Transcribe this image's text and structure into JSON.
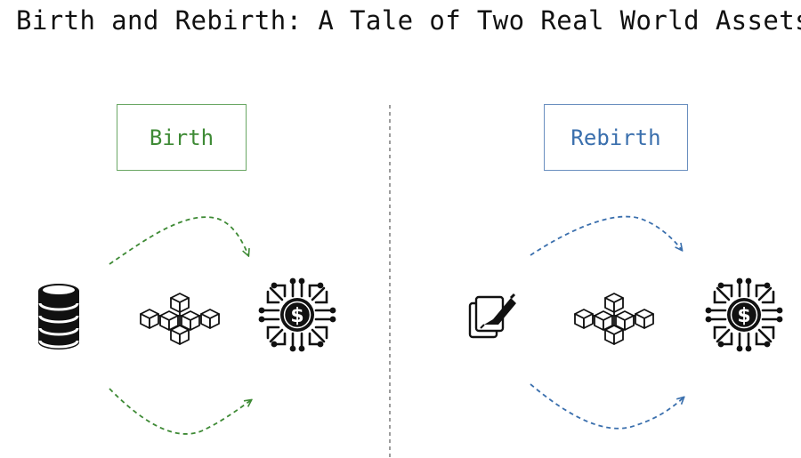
{
  "title": "Birth and Rebirth: A Tale of Two Real World Assets",
  "sections": {
    "birth": {
      "label": "Birth",
      "color": "#3e8a35"
    },
    "rebirth": {
      "label": "Rebirth",
      "color": "#3a6fad"
    }
  },
  "icons": {
    "birth": [
      "database-icon",
      "blockchain-icon",
      "tokenized-asset-icon"
    ],
    "rebirth": [
      "document-signing-icon",
      "blockchain-icon",
      "tokenized-asset-icon"
    ]
  }
}
